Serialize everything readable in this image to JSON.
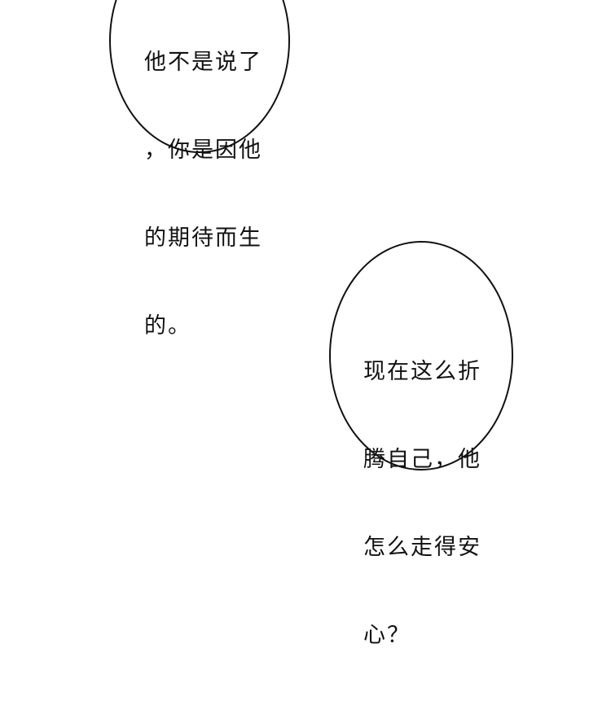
{
  "panel": {
    "background": "#ffffff",
    "outline_color": "#111111"
  },
  "speech_bubbles": [
    {
      "shape": "ellipse",
      "lines": [
        "他不是说了",
        "，你是因他",
        "的期待而生",
        "的。"
      ]
    },
    {
      "shape": "ellipse",
      "lines": [
        "现在这么折",
        "腾自己，他",
        "怎么走得安",
        "心？"
      ]
    }
  ]
}
